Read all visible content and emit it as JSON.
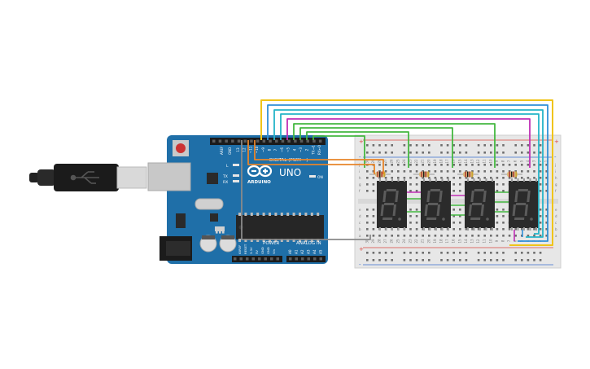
{
  "board": {
    "brand": "ARDUINO",
    "model": "UNO",
    "digital_label": "DIGITAL (PWM ~)",
    "power_label": "POWER",
    "analog_label": "ANALOG IN",
    "aref_label": "AREF",
    "gnd_label": "GND",
    "on_label": "ON",
    "l_label": "L",
    "tx_label": "TX",
    "rx_label": "RX",
    "digital_pins": [
      "13",
      "12",
      "~11",
      "~10",
      "~9",
      "8",
      "7",
      "~6",
      "~5",
      "4",
      "~3",
      "2",
      "TX→1",
      "RX←0"
    ],
    "power_pins": [
      "IOREF",
      "RESET",
      "3.3V",
      "5V",
      "GND",
      "GND",
      "Vin"
    ],
    "analog_pins": [
      "A0",
      "A1",
      "A2",
      "A3",
      "A4",
      "A5"
    ]
  },
  "breadboard": {
    "rail_plus": "+",
    "rail_minus": "-",
    "row_letters_top": [
      "j",
      "i",
      "h",
      "g",
      "f"
    ],
    "row_letters_bottom": [
      "e",
      "d",
      "c",
      "b",
      "a"
    ],
    "column_numbers": [
      "30",
      "29",
      "28",
      "27",
      "26",
      "25",
      "24",
      "23",
      "22",
      "21",
      "20",
      "19",
      "18",
      "17",
      "16",
      "15",
      "14",
      "13",
      "12",
      "11",
      "10",
      "9",
      "8",
      "7",
      "6",
      "5",
      "4",
      "3",
      "2",
      "1"
    ]
  },
  "displays": [
    {
      "digit": "8"
    },
    {
      "digit": "8"
    },
    {
      "digit": "8"
    },
    {
      "digit": "8"
    }
  ],
  "colors": {
    "board": "#1f6fa8",
    "wire_yellow": "#f0c419",
    "wire_blue": "#2f8fd8",
    "wire_cyan": "#25b4c8",
    "wire_purple": "#c02fb5",
    "wire_green": "#44b840",
    "wire_orange": "#e8852a",
    "wire_gray": "#8a8a8a",
    "rail_red": "#d9473e",
    "rail_blue": "#3b6fd1"
  }
}
